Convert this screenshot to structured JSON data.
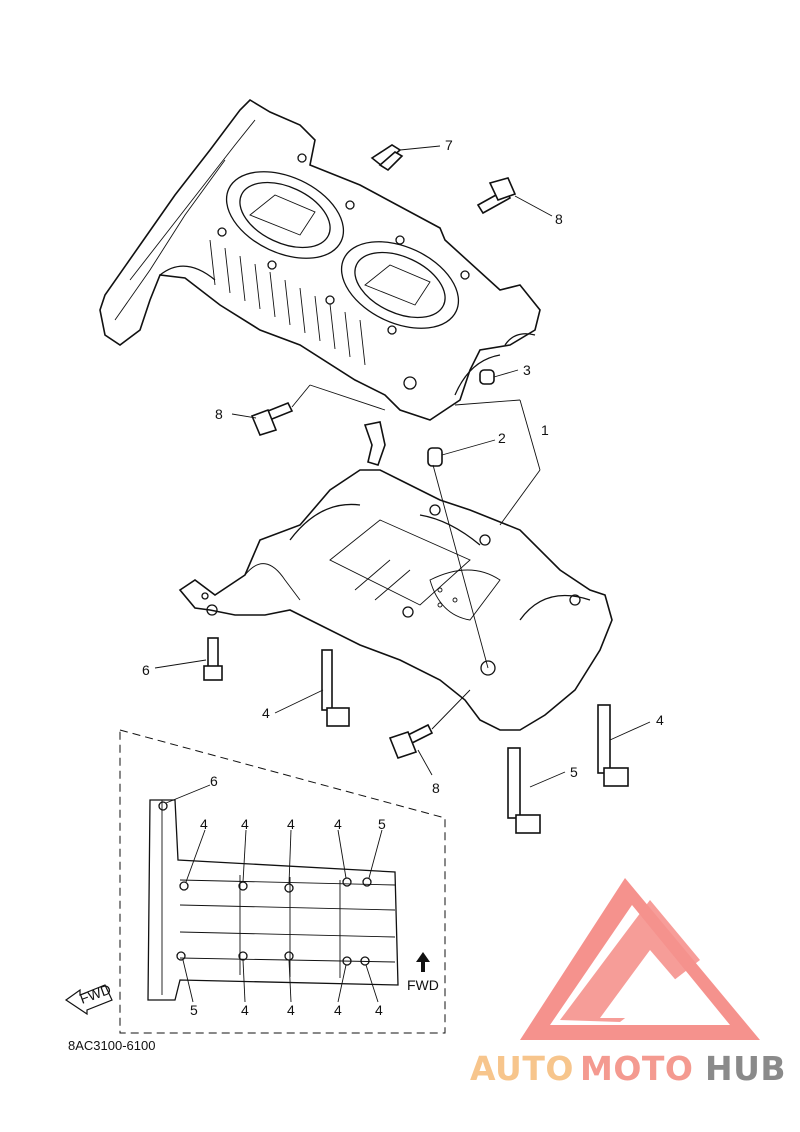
{
  "part_code": "8AC3100-6100",
  "callouts": {
    "c1": "1",
    "c2": "2",
    "c3": "3",
    "c4a": "4",
    "c4b": "4",
    "c5": "5",
    "c6": "6",
    "c7": "7",
    "c8a": "8",
    "c8b": "8",
    "c8c": "8"
  },
  "inset": {
    "top_labels": [
      "6",
      "4",
      "4",
      "4",
      "4",
      "5"
    ],
    "bottom_labels": [
      "5",
      "4",
      "4",
      "4",
      "4"
    ],
    "fwd_label": "FWD",
    "fwd_stamp": "FWD"
  },
  "watermark": {
    "part1": "AUTO",
    "part2": "MOTO",
    "part3": "HUB",
    "color_light": "#f7c58c",
    "color_mid": "#f49a90",
    "color_dark": "#8a8a8a",
    "logo_color": "#f47f7a"
  }
}
